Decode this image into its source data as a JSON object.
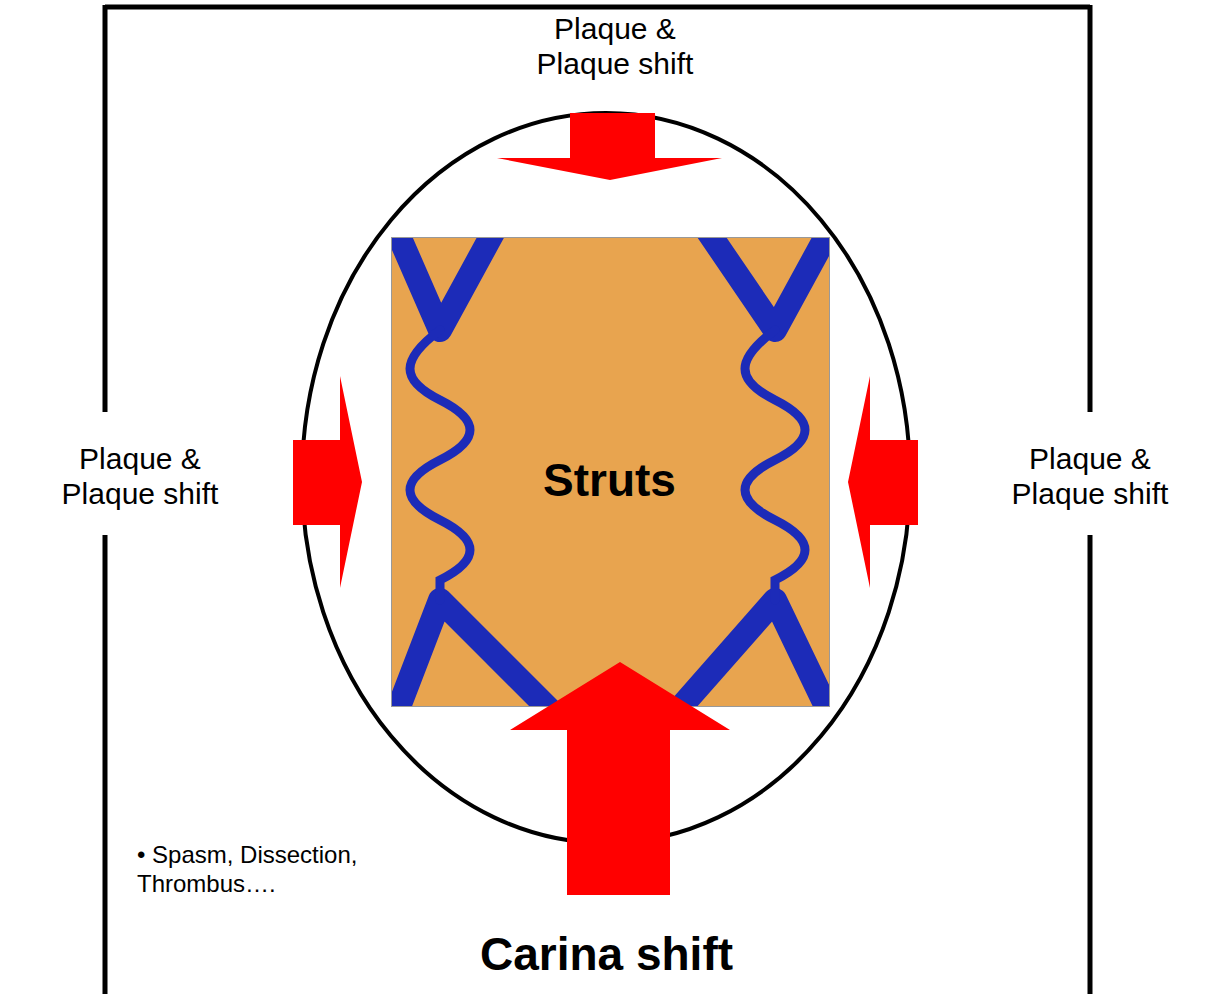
{
  "diagram": {
    "nodes": [
      {
        "text": [
          "• Spasm, Dissection, Thrombus….",
          "Carina shift"
        ]
      },
      {
        "text": [
          "Struts"
        ],
        "in": 0
      }
    ],
    "labels": [
      "Plaque & Plaque shift",
      "Plaque & Plaque shift",
      "Plaque & Plaque shift"
    ]
  }
}
